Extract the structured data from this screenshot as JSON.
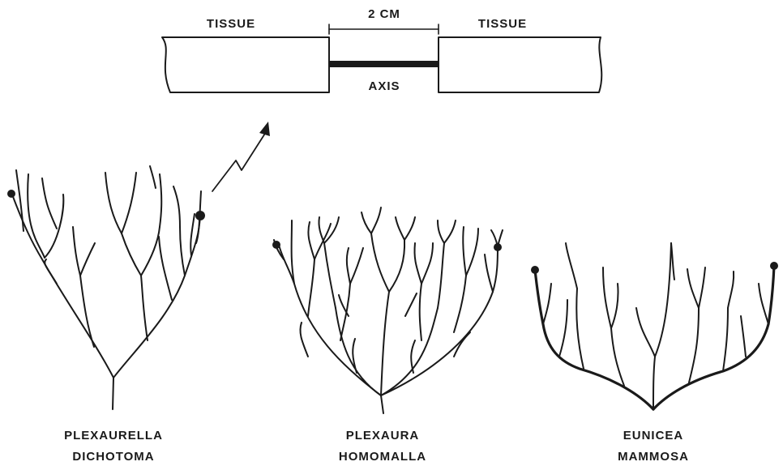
{
  "top_diagram": {
    "left_label": "TISSUE",
    "right_label": "TISSUE",
    "gap_label": "2 CM",
    "axis_label": "AXIS"
  },
  "colonies": [
    {
      "line1": "PLEXAURELLA",
      "line2": "DICHOTOMA"
    },
    {
      "line1": "PLEXAURA",
      "line2": "HOMOMALLA"
    },
    {
      "line1": "EUNICEA",
      "line2": "MAMMOSA"
    }
  ]
}
